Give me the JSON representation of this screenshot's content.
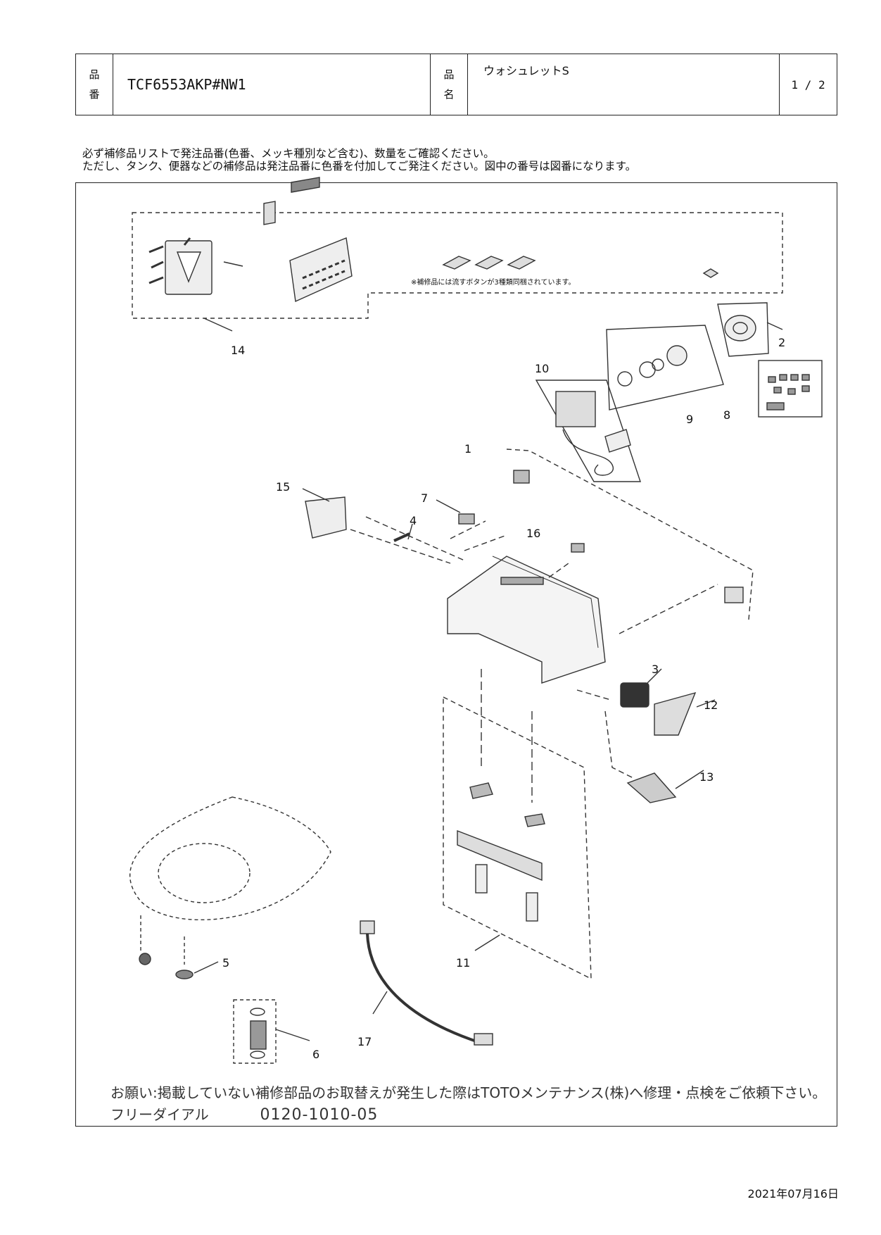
{
  "header": {
    "product_no_label_1": "品",
    "product_no_label_2": "番",
    "product_no": "TCF6553AKP#NW1",
    "product_name_label_1": "品",
    "product_name_label_2": "名",
    "product_name": "ウォシュレットS",
    "page": "1 / 2"
  },
  "notice": {
    "line1": "必ず補修品リストで発注品番(色番、メッキ種別など含む)、数量をご確認ください。",
    "line2": "ただし、タンク、便器などの補修品は発注品番に色番を付加してご発注ください。図中の番号は図番になります。"
  },
  "diagram": {
    "buttons_note": "※補修品には流すボタンが3種類同梱されています。",
    "callouts": [
      "1",
      "2",
      "3",
      "4",
      "5",
      "6",
      "7",
      "8",
      "9",
      "10",
      "11",
      "12",
      "13",
      "14",
      "15",
      "16",
      "17"
    ]
  },
  "footer": {
    "request": "お願い:掲載していない補修部品のお取替えが発生した際はTOTOメンテナンス(株)へ修理・点検をご依頼下さい。",
    "freedial_label": "フリーダイアル",
    "freedial_number": "0120-1010-05"
  },
  "date": "2021年07月16日"
}
